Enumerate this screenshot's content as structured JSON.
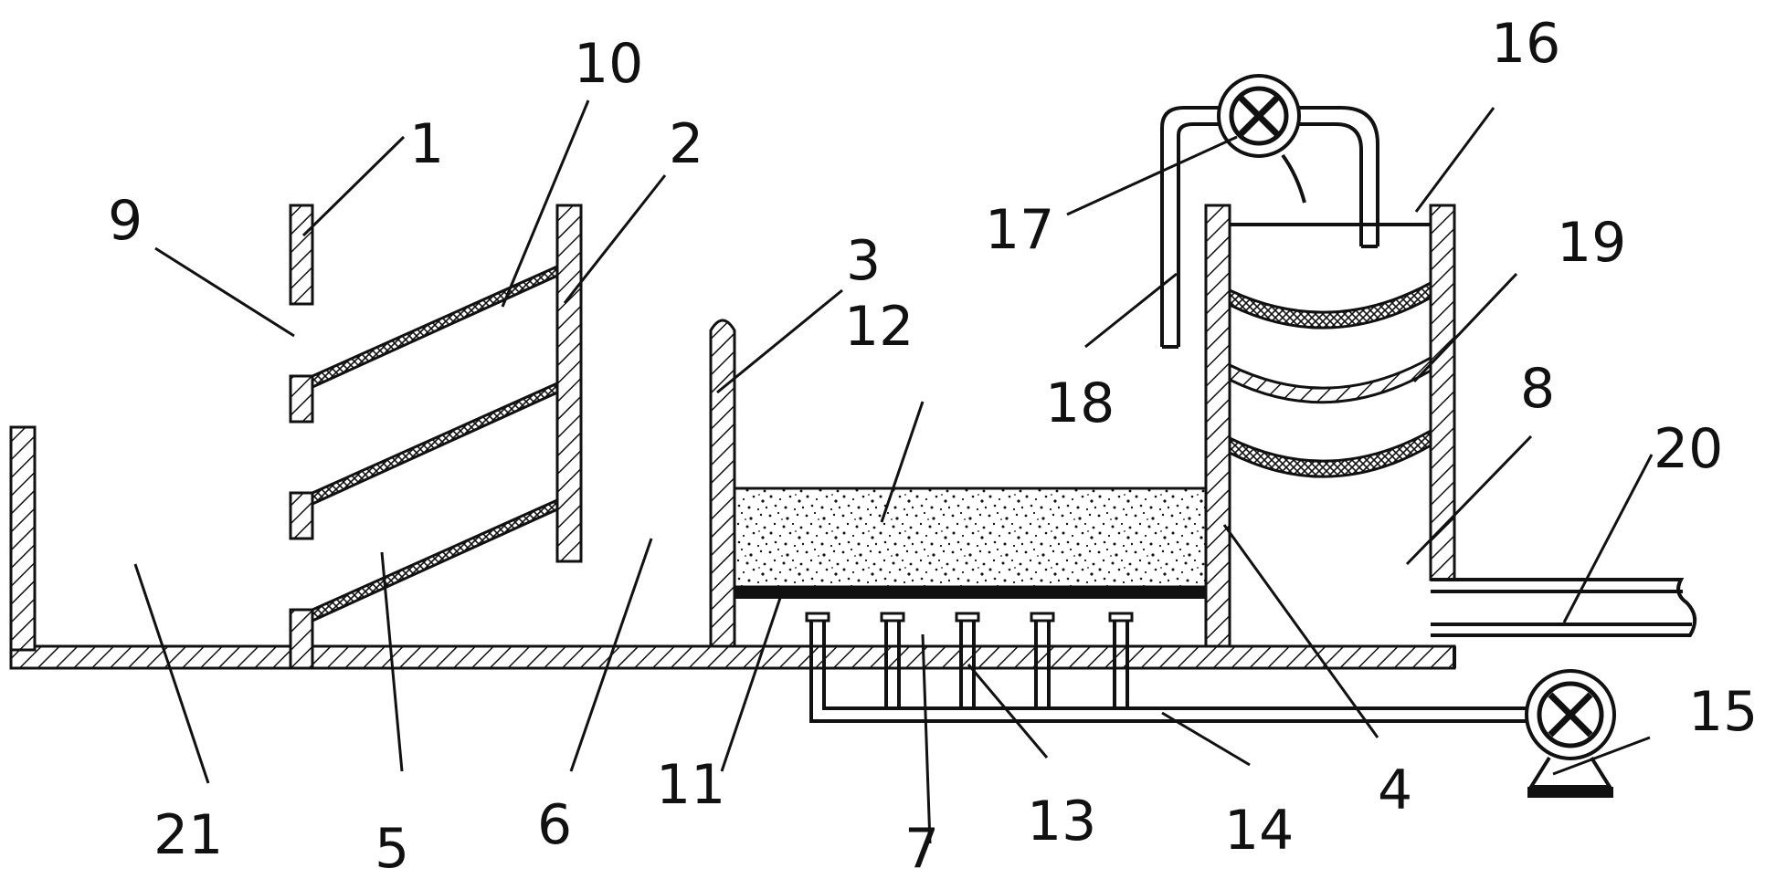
{
  "diagram": {
    "labels": {
      "l1": "1",
      "l2": "2",
      "l3": "3",
      "l4": "4",
      "l5": "5",
      "l6": "6",
      "l7": "7",
      "l8": "8",
      "l9": "9",
      "l10": "10",
      "l11": "11",
      "l12": "12",
      "l13": "13",
      "l14": "14",
      "l15": "15",
      "l16": "16",
      "l17": "17",
      "l18": "18",
      "l19": "19",
      "l20": "20",
      "l21": "21"
    },
    "colors": {
      "line": "#111111",
      "background": "#ffffff",
      "hatch": "#111111"
    },
    "icons": {
      "pump": "circle-x-pump-icon",
      "valve": "circle-x-valve-icon"
    }
  }
}
